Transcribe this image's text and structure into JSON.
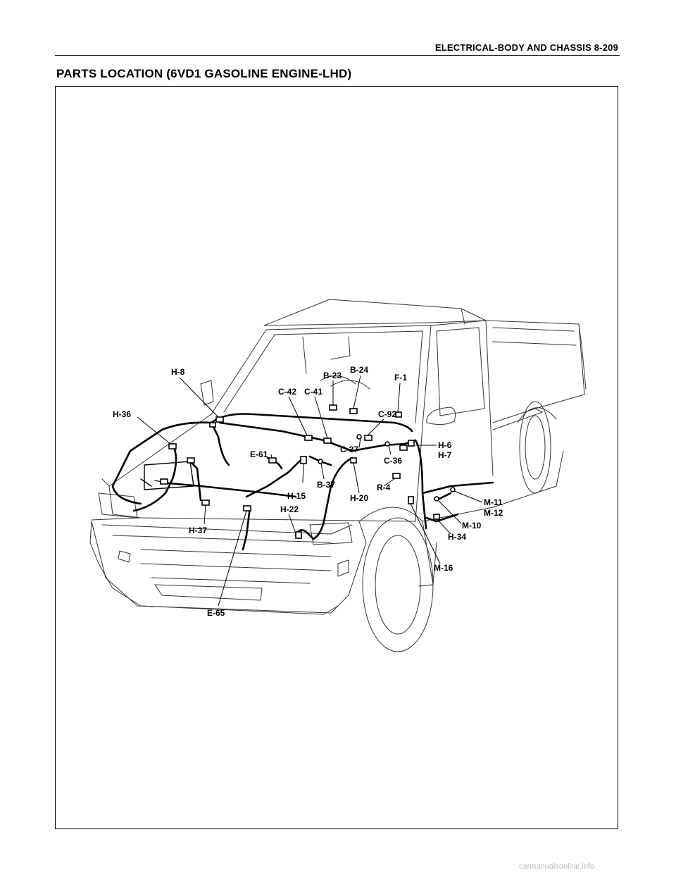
{
  "header": {
    "text": "ELECTRICAL-BODY AND CHASSIS  8-209"
  },
  "page_title": "PARTS LOCATION (6VD1 GASOLINE ENGINE-LHD)",
  "callouts": {
    "h8": "H-8",
    "b23": "B-23",
    "b24": "B-24",
    "f1": "F-1",
    "c42": "C-42",
    "c41": "C-41",
    "h36": "H-36",
    "c92": "C-92",
    "e61": "E-61",
    "c37": "C-37",
    "h6": "H-6",
    "h7": "H-7",
    "c36": "C-36",
    "b37": "B-37",
    "h15": "H-15",
    "h20": "H-20",
    "r4": "R-4",
    "h22": "H-22",
    "m11": "M-11",
    "m12": "M-12",
    "m10": "M-10",
    "h37": "H-37",
    "h34": "H-34",
    "m16": "M-16",
    "e65": "E-65"
  },
  "watermark": "carmanualsonline.info"
}
